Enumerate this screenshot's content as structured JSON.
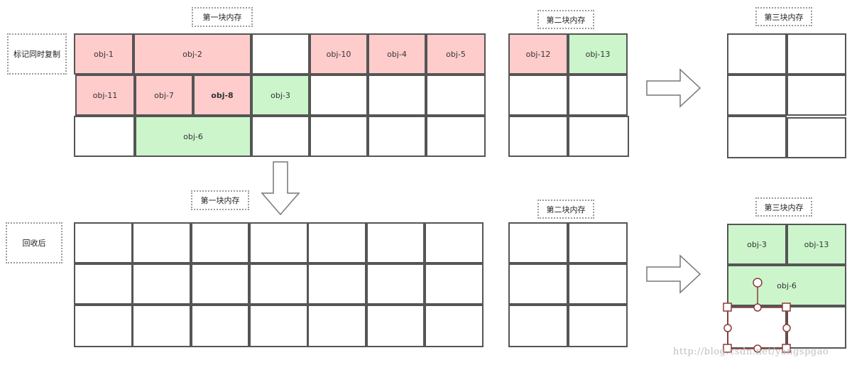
{
  "labels": {
    "block1": "第一块内存",
    "block2": "第二块内存",
    "block3": "第三块内存",
    "row_label_top": "标记同时复制",
    "row_label_bottom": "回收后"
  },
  "top": {
    "block1_cells": [
      {
        "text": "obj-1",
        "color": "red"
      },
      {
        "text": "obj-2",
        "color": "red"
      },
      {
        "text": "",
        "color": "white"
      },
      {
        "text": "obj-10",
        "color": "red"
      },
      {
        "text": "obj-4",
        "color": "red"
      },
      {
        "text": "obj-5",
        "color": "red"
      },
      {
        "text": "obj-11",
        "color": "red"
      },
      {
        "text": "obj-7",
        "color": "red"
      },
      {
        "text": "obj-8",
        "color": "red"
      },
      {
        "text": "obj-3",
        "color": "green"
      },
      {
        "text": "",
        "color": "white"
      },
      {
        "text": "",
        "color": "white"
      },
      {
        "text": "",
        "color": "white"
      },
      {
        "text": "",
        "color": "white"
      },
      {
        "text": "obj-6",
        "color": "green"
      },
      {
        "text": "",
        "color": "white"
      },
      {
        "text": "",
        "color": "white"
      },
      {
        "text": "",
        "color": "white"
      },
      {
        "text": "",
        "color": "white"
      }
    ],
    "block2_cells": [
      {
        "text": "obj-12",
        "color": "red"
      },
      {
        "text": "obj-13",
        "color": "green"
      },
      {
        "text": "",
        "color": "white"
      },
      {
        "text": "",
        "color": "white"
      },
      {
        "text": "",
        "color": "white"
      },
      {
        "text": "",
        "color": "white"
      }
    ]
  },
  "bottom": {
    "block3_cells": [
      {
        "text": "obj-3",
        "color": "green"
      },
      {
        "text": "obj-13",
        "color": "green"
      },
      {
        "text": "obj-6",
        "color": "green"
      },
      {
        "text": "",
        "color": "white"
      },
      {
        "text": "",
        "color": "white"
      }
    ]
  },
  "colors": {
    "red": "#ffcccc",
    "green": "#ccf5cc",
    "border": "#555555",
    "handle": "#8b3a3a"
  },
  "watermark": "http://blog.csdn.net/yangspgao"
}
